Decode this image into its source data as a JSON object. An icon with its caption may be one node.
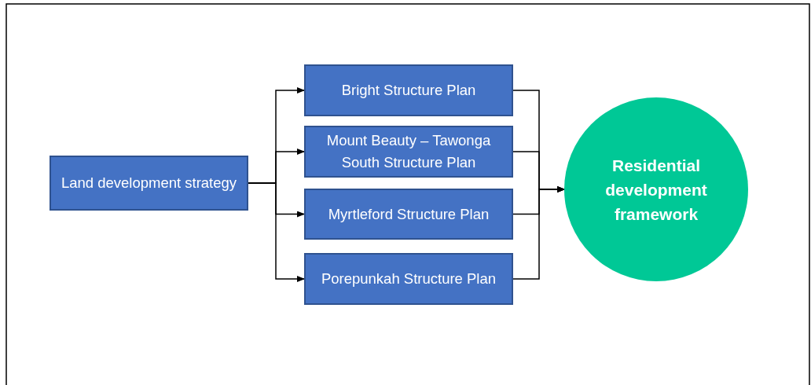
{
  "diagram": {
    "nodes": [
      {
        "text": [
          "Land development strategy"
        ]
      },
      {
        "text": [
          "Bright Structure Plan"
        ]
      },
      {
        "text": [
          "Mount Beauty – Tawonga South Structure Plan"
        ]
      },
      {
        "text": [
          "Myrtleford Structure Plan"
        ]
      },
      {
        "text": [
          "Porepunkah Structure Plan"
        ]
      },
      {
        "text": [
          "Residential development framework"
        ]
      }
    ],
    "edges": [
      {
        "from": 0,
        "to": 1,
        "arrow": "to"
      },
      {
        "from": 0,
        "to": 2,
        "arrow": "to"
      },
      {
        "from": 0,
        "to": 3,
        "arrow": "to"
      },
      {
        "from": 0,
        "to": 4,
        "arrow": "to"
      },
      {
        "from": 1,
        "to": 5,
        "arrow": "to"
      },
      {
        "from": 2,
        "to": 5,
        "arrow": "to"
      },
      {
        "from": 3,
        "to": 5,
        "arrow": "to"
      },
      {
        "from": 4,
        "to": 5,
        "arrow": "to"
      }
    ]
  }
}
